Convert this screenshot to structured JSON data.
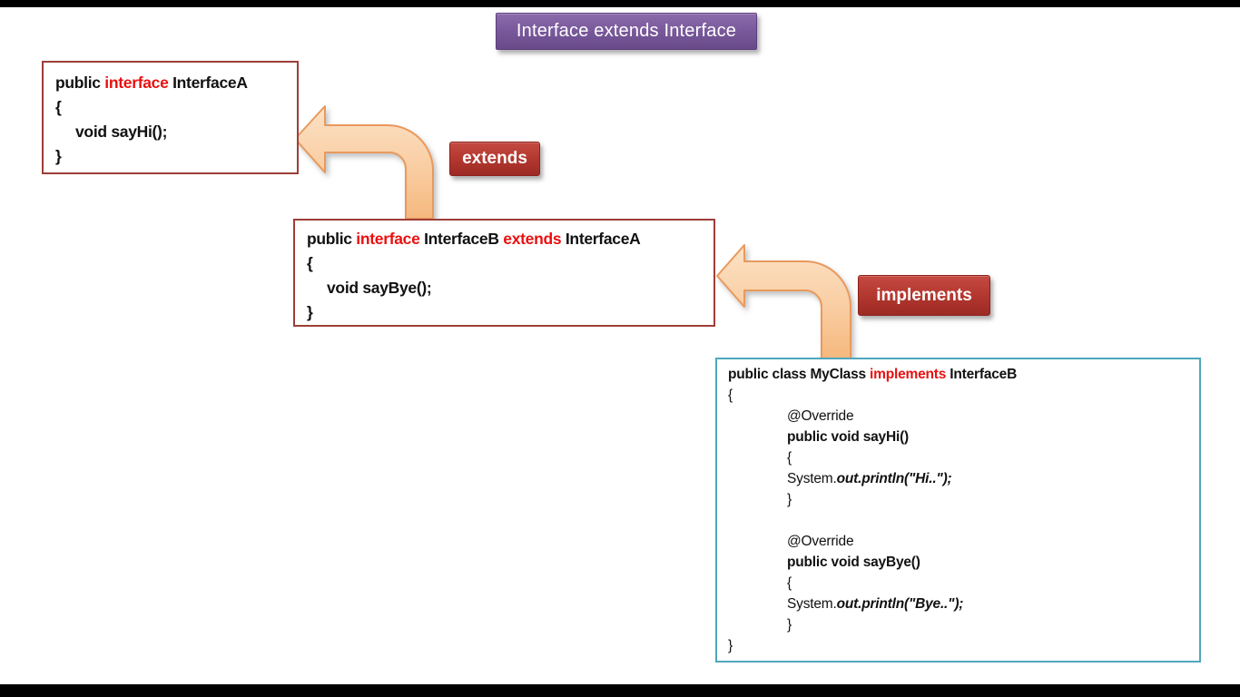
{
  "title": {
    "label": "Interface extends Interface"
  },
  "labels": {
    "extends": "extends",
    "implements": "implements"
  },
  "interface_a": {
    "l1_pre": "public ",
    "l1_kw": "interface",
    "l1_post": " InterfaceA",
    "l2": "{",
    "l3": "void sayHi();",
    "l4": "}"
  },
  "interface_b": {
    "l1_pre": "public ",
    "l1_kw1": "interface",
    "l1_mid": " InterfaceB ",
    "l1_kw2": "extends",
    "l1_post": " InterfaceA",
    "l2": "{",
    "l3": "void sayBye();",
    "l4": "}"
  },
  "myclass": {
    "header_pre": "public class MyClass ",
    "header_kw": "implements",
    "header_post": " InterfaceB",
    "open_brace": "{",
    "m1_annotation": "@Override",
    "m1_signature": "public void sayHi()",
    "m1_open": "{",
    "m1_body_pre": "System.",
    "m1_body_bold": "out.println(\"Hi..\");",
    "m1_close": "}",
    "m2_annotation": "@Override",
    "m2_signature": "public void sayBye()",
    "m2_open": "{",
    "m2_body_pre": "System.",
    "m2_body_bold": "out.println(\"Bye..\");",
    "m2_close": "}",
    "close_brace": "}"
  },
  "colors": {
    "title_purple": "#7a5a9c",
    "tag_red": "#b53931",
    "keyword_red": "#ea1010",
    "interface_box_border": "#9e3e38",
    "class_box_border": "#4ea7bd",
    "arrow_fill_light": "#fce2c6",
    "arrow_fill_dark": "#f5b87e",
    "arrow_stroke": "#e9995c",
    "letterbox": "#000000",
    "canvas": "#ffffff"
  }
}
